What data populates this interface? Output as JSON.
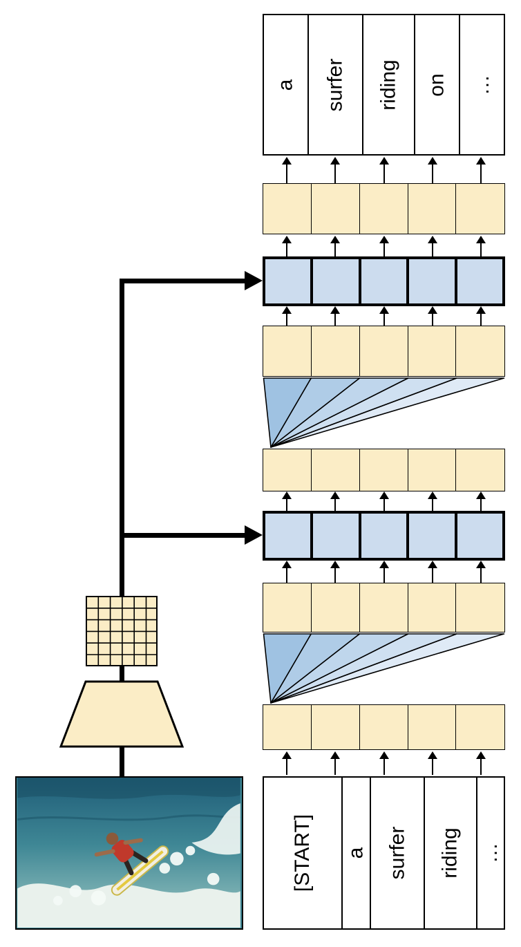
{
  "tokens": {
    "output": [
      "a",
      "surfer",
      "riding",
      "on",
      "…"
    ],
    "input": [
      "[START]",
      "a",
      "surfer",
      "riding",
      "…"
    ]
  },
  "colors": {
    "embed": "#FBEDC6",
    "attn": "#CCDCEE",
    "line": "#000000",
    "token_bg": "#FFFFFF",
    "triangle_shades": [
      "#9FC2E2",
      "#AFCCE7",
      "#BFD6EC",
      "#CFE0F1",
      "#DFEAF6"
    ]
  },
  "input_image": {
    "description": "surfer riding a wave"
  }
}
